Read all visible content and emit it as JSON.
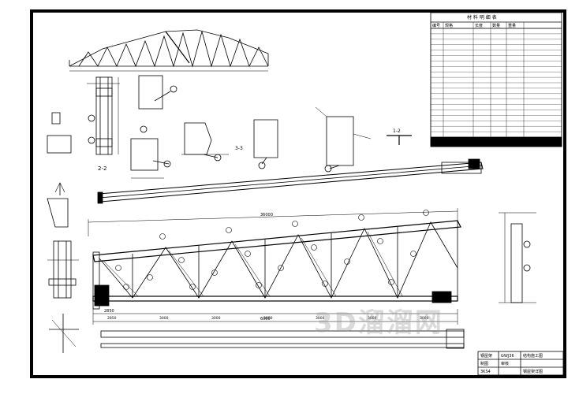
{
  "drawing": {
    "section_label": "2-2",
    "detail_label_right": "1-2",
    "detail_label_mid": "3-3",
    "overall_length": "36000",
    "span_left": "2850",
    "span_right": "6000",
    "bottom_dims": [
      "2850",
      "3000",
      "3000",
      "3000",
      "3000",
      "3000",
      "3000"
    ],
    "table_title": "材 料 明 细 表",
    "table_headers": [
      "编号",
      "规格",
      "长度",
      "数量",
      "重量"
    ],
    "table_rows": 20
  },
  "title_block": {
    "row1": [
      "钢屋架",
      "GWJ36"
    ],
    "row2": [
      "制图",
      "审核",
      "结构施工图"
    ],
    "row3": [
      "3KS4",
      "钢屋架详图"
    ]
  },
  "watermark": "3D溜溜网",
  "colors": {
    "line": "#000000",
    "paper": "#ffffff",
    "watermark": "#9a9a9a"
  }
}
